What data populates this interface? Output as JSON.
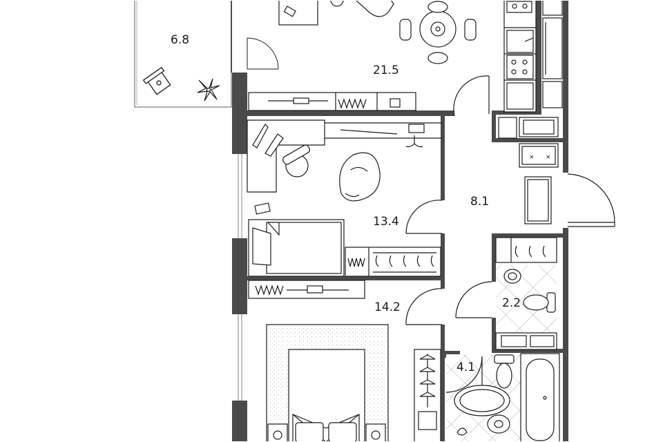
{
  "rooms": [
    {
      "id": "balcony",
      "area": "6.8"
    },
    {
      "id": "living-kitchen",
      "area": "21.5"
    },
    {
      "id": "hallway",
      "area": "8.1"
    },
    {
      "id": "bedroom-small",
      "area": "13.4"
    },
    {
      "id": "bedroom-master",
      "area": "14.2"
    },
    {
      "id": "wc",
      "area": "2.2"
    },
    {
      "id": "bathroom",
      "area": "4.1"
    }
  ],
  "colors": {
    "wall": "#4a4a4a",
    "line": "#1a1a1a",
    "tile": "#9a9a9a",
    "carpet": "#cfcfcf"
  }
}
